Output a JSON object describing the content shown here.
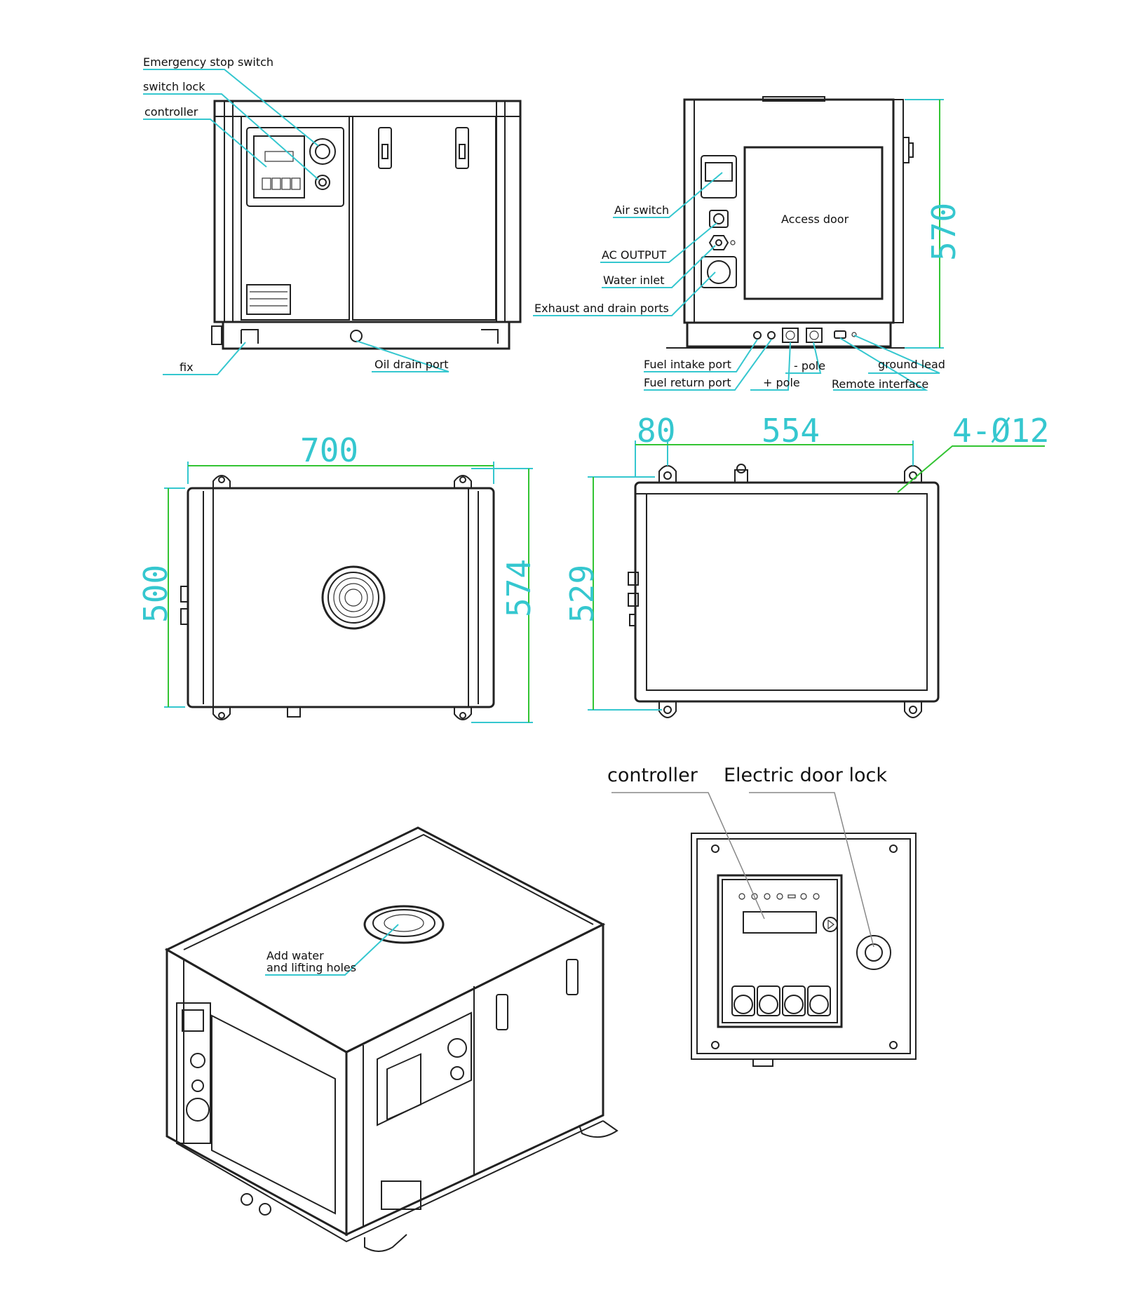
{
  "front_view": {
    "labels": {
      "emergency_stop": "Emergency stop switch",
      "switch_lock": "switch lock",
      "controller": "controller",
      "fix": "fix",
      "oil_drain": "Oil drain port"
    }
  },
  "side_view": {
    "labels": {
      "air_switch": "Air switch",
      "ac_output": "AC OUTPUT",
      "water_inlet": "Water inlet",
      "exhaust": "Exhaust and drain ports",
      "access_door": "Access door",
      "fuel_intake": "Fuel intake port",
      "fuel_return": "Fuel return port",
      "neg_pole": "- pole",
      "pos_pole": "+ pole",
      "ground_lead": "ground lead",
      "remote": "Remote interface"
    },
    "dimensions": {
      "height": "570"
    }
  },
  "top_view": {
    "dimensions": {
      "width": "700",
      "depth_inner": "500",
      "depth_outer": "574"
    }
  },
  "mount_view": {
    "dimensions": {
      "offset": "80",
      "spacing": "554",
      "holes": "4-Ø12",
      "depth": "529"
    }
  },
  "iso_view": {
    "labels": {
      "water_holes": "Add water\nand lifting holes"
    }
  },
  "panel_detail": {
    "labels": {
      "controller": "controller",
      "door_lock": "Electric door lock"
    }
  }
}
